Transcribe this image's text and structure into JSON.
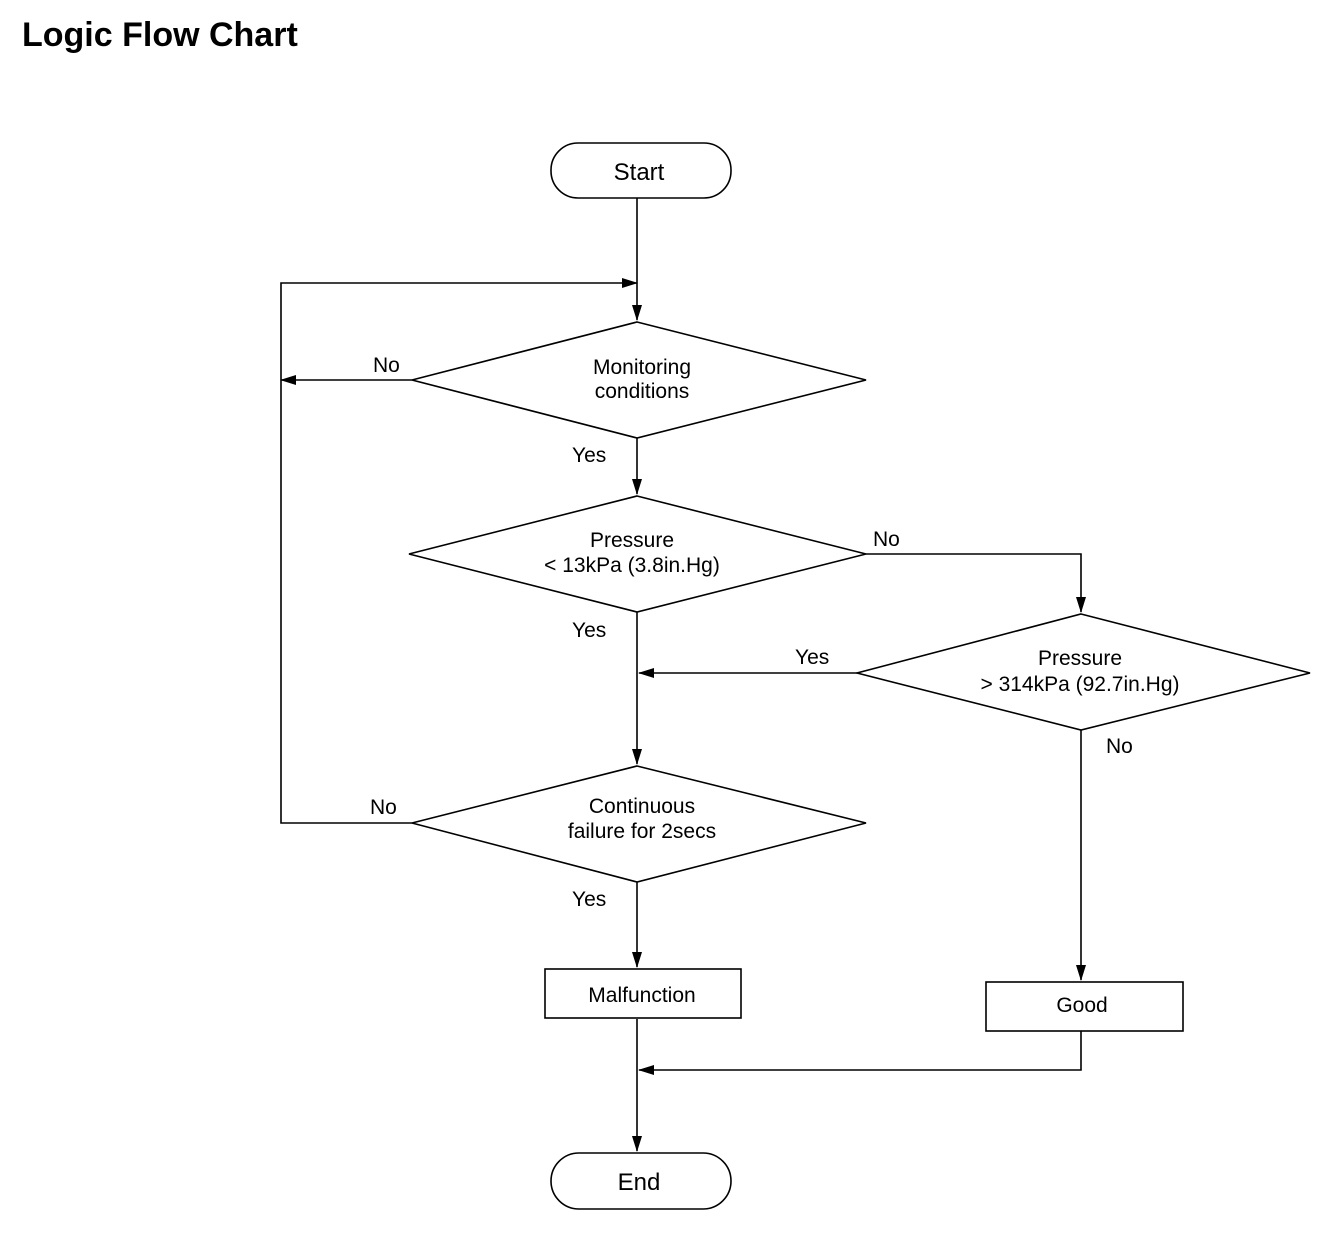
{
  "title": "Logic Flow Chart",
  "nodes": {
    "start": "Start",
    "monitoring": [
      "Monitoring",
      "conditions"
    ],
    "pressure_low": [
      "Pressure",
      "< 13kPa (3.8in.Hg)"
    ],
    "pressure_high": [
      "Pressure",
      "> 314kPa (92.7in.Hg)"
    ],
    "continuous": [
      "Continuous",
      "failure for 2secs"
    ],
    "malfunction": "Malfunction",
    "good": "Good",
    "end": "End"
  },
  "edge_labels": {
    "monitoring_no": "No",
    "monitoring_yes": "Yes",
    "pressure_low_no": "No",
    "pressure_low_yes": "Yes",
    "pressure_high_yes": "Yes",
    "pressure_high_no": "No",
    "continuous_no": "No",
    "continuous_yes": "Yes"
  }
}
